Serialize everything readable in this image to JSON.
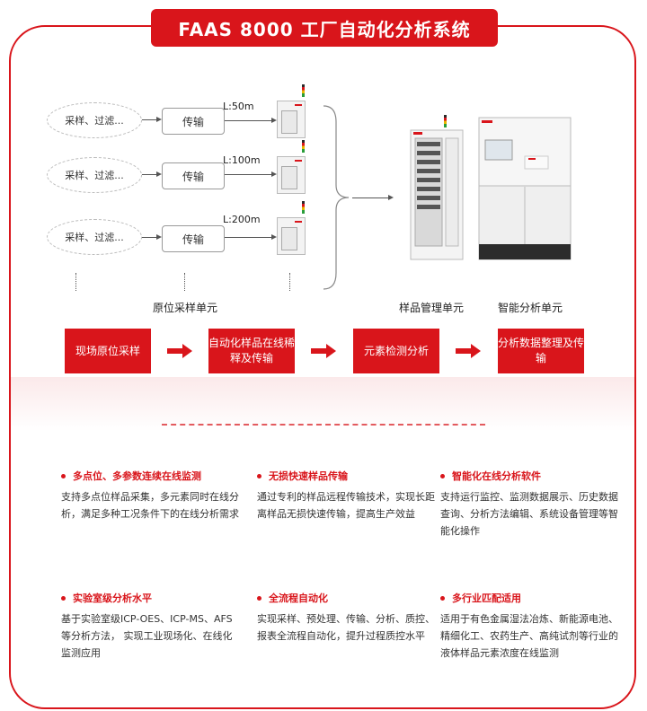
{
  "title": "FAAS 8000 工厂自动化分析系统",
  "sampling_rows": [
    {
      "source": "采样、过滤...",
      "transfer": "传输",
      "distance": "L:50m"
    },
    {
      "source": "采样、过滤...",
      "transfer": "传输",
      "distance": "L:100m"
    },
    {
      "source": "采样、过滤...",
      "transfer": "传输",
      "distance": "L:200m"
    }
  ],
  "unit_labels": {
    "in_situ": "原位采样单元",
    "sample_mgmt": "样品管理单元",
    "smart_analysis": "智能分析单元"
  },
  "process_steps": [
    "现场原位采样",
    "自动化样品在线稀释及传输",
    "元素检测分析",
    "分析数据整理及传输"
  ],
  "features": [
    {
      "title": "多点位、多参数连续在线监测",
      "body": "支持多点位样品采集，多元素同时在线分析，满足多种工况条件下的在线分析需求"
    },
    {
      "title": "无损快速样品传输",
      "body": "通过专利的样品远程传输技术，实现长距离样品无损快速传输，提高生产效益"
    },
    {
      "title": "智能化在线分析软件",
      "body": "支持运行监控、监测数据展示、历史数据查询、分析方法编辑、系统设备管理等智能化操作"
    },
    {
      "title": "实验室级分析水平",
      "body": "基于实验室级ICP-OES、ICP-MS、AFS等分析方法， 实现工业现场化、在线化监测应用"
    },
    {
      "title": "全流程自动化",
      "body": "实现采样、预处理、传输、分析、质控、报表全流程自动化，提升过程质控水平"
    },
    {
      "title": "多行业匹配适用",
      "body": "适用于有色金属湿法冶炼、新能源电池、精细化工、农药生产、高纯试剂等行业的液体样品元素浓度在线监测"
    }
  ],
  "colors": {
    "accent": "#d9151b"
  }
}
